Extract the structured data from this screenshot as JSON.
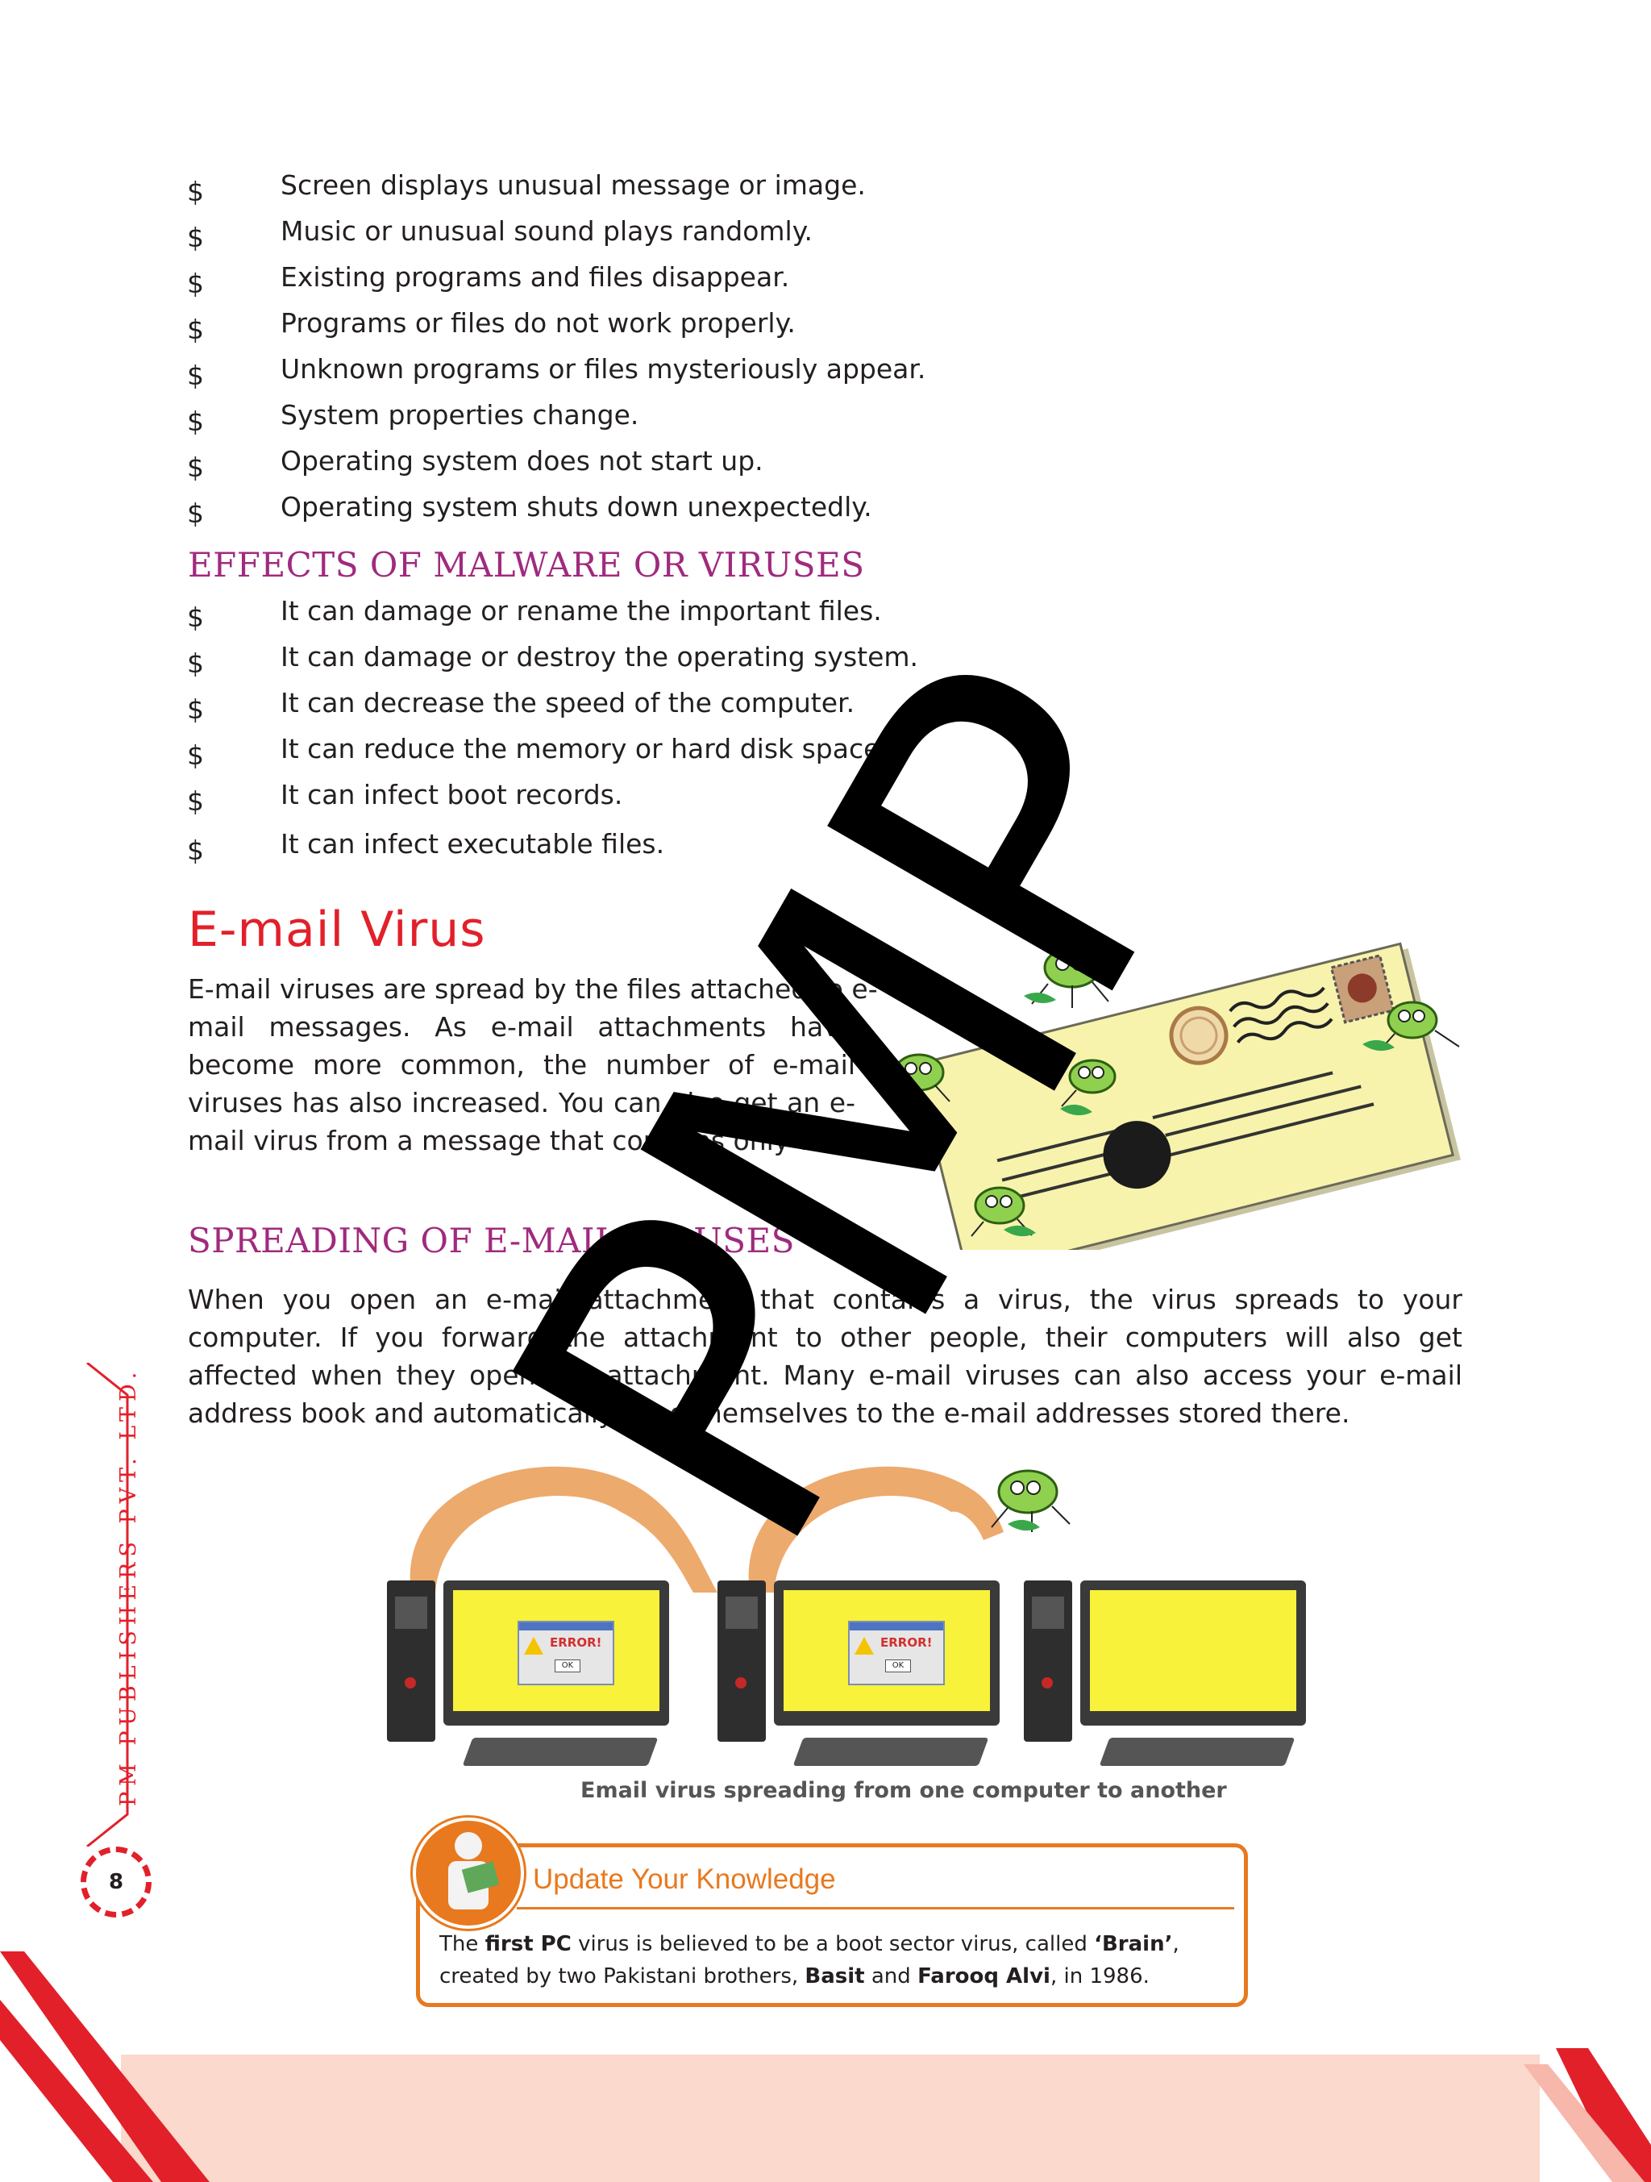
{
  "symptoms": [
    "Screen displays unusual message or image.",
    "Music or unusual sound plays randomly.",
    "Existing programs  and  files disappear.",
    "Programs or files do  not  work  properly.",
    "Unknown programs or files mysteriously appear.",
    "System properties change.",
    "Operating system does not start up.",
    "Operating system shuts down unexpectedly."
  ],
  "bullet_symbol": "$",
  "effects": {
    "heading": "EFFECTS OF MALWARE OR VIRUSES",
    "items": [
      "It can  damage  or  rename  the  important  files.",
      "It can damage or destroy the operating system.",
      "It can decrease the speed of the computer.",
      "It can reduce the memory or hard disk space.",
      "It can infect boot records.",
      "It can infect executable files."
    ]
  },
  "email_virus": {
    "title": "E-mail Virus",
    "lines": [
      "E-mail viruses are spread by the files attached to e-",
      "mail messages. As e-mail attachments have",
      "become more common, the number of e-mail",
      "viruses has also increased. You can also get an e-",
      "mail virus from a message that contains only text."
    ]
  },
  "spreading": {
    "heading": "SPREADING OF E-MAIL VIRUSES",
    "lines": [
      "When you open an e-mail attachment that contains a virus, the virus spreads to your",
      "computer. If you forward the attachment to other people, their computers will also get",
      "affected when they open the attachment. Many e-mail viruses can also access your e-mail",
      "address book and automatically send themselves to the e-mail addresses stored there."
    ]
  },
  "figure": {
    "caption": "Email virus spreading from one computer to another",
    "error_label": "ERROR!",
    "ok_label": "OK"
  },
  "knowledge_box": {
    "title": "Update Your Knowledge",
    "p1": "The ",
    "b1": "first PC",
    "p2": " virus is believed to be a boot sector virus, called ",
    "b2": "‘Brain’",
    "p3": ",",
    "p4": "created by two Pakistani brothers, ",
    "b3": "Basit",
    "p5": " and ",
    "b4": "Farooq Alvi",
    "p6": ", in 1986."
  },
  "publisher": "PM PUBLISHERS PVT. LTD.",
  "page_number": "8",
  "watermark": "PMP",
  "colors": {
    "heading_serif": "#a02a7e",
    "title_red": "#e2202a",
    "orange": "#e8791e",
    "footer_band": "#fbd9cc",
    "envelope": "#f7f3ad",
    "screen": "#f8f23a"
  }
}
